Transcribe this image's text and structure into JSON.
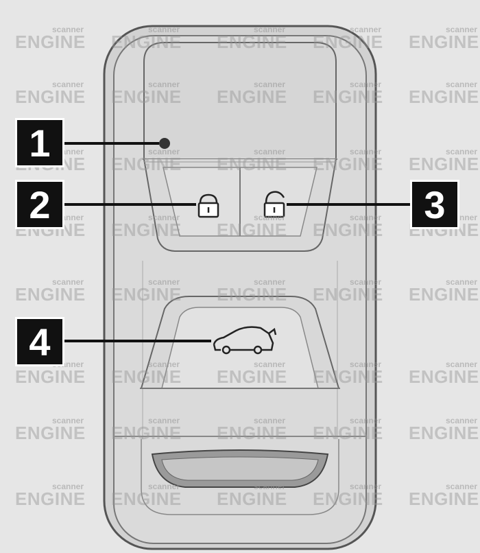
{
  "callouts": [
    {
      "id": "1",
      "label": "1"
    },
    {
      "id": "2",
      "label": "2"
    },
    {
      "id": "3",
      "label": "3"
    },
    {
      "id": "4",
      "label": "4"
    }
  ],
  "watermark": {
    "brand": "ENGINE",
    "sub": "scanner"
  },
  "colors": {
    "background": "#e6e6e6",
    "fob_body": "#d4d4d4",
    "button_face": "#dcdcdc",
    "callout_box": "#111111",
    "outline": "#555555"
  },
  "icons": [
    "led-indicator-icon",
    "lock-icon",
    "unlock-icon",
    "trunk-release-icon"
  ]
}
